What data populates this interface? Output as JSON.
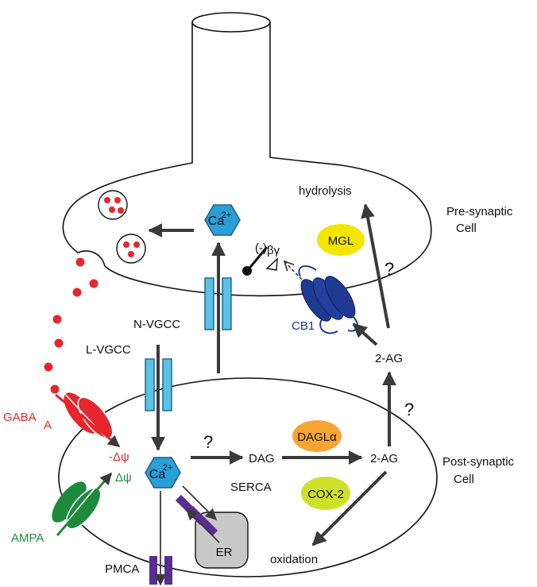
{
  "labels": {
    "hydrolysis": "hydrolysis",
    "pre_synaptic_line1": "Pre-synaptic",
    "pre_synaptic_line2": "Cell",
    "post_synaptic_line1": "Post-synaptic",
    "post_synaptic_line2": "Cell",
    "mgl": "MGL",
    "beta_gamma": "βγ",
    "inhibition": "(-)",
    "cb1": "CB1",
    "n_vgcc": "N-VGCC",
    "l_vgcc": "L-VGCC",
    "two_ag_upper": "2-AG",
    "two_ag_lower": "2-AG",
    "gaba_main": "GABA",
    "gaba_sub": "A",
    "minus_delta_psi": "-Δψ",
    "delta_psi": "Δψ",
    "ampa": "AMPA",
    "dag": "DAG",
    "dagl": "DAGLα",
    "cox2": "COX-2",
    "serca": "SERCA",
    "er": "ER",
    "oxidation": "oxidation",
    "pmca": "PMCA",
    "ca_pre": "Ca",
    "ca_pre_charge": "2+",
    "ca_post": "Ca",
    "ca_post_charge": "2+",
    "q1": "?",
    "q2": "?",
    "q3": "?"
  },
  "colors": {
    "outline": "#111111",
    "arrow": "#3a3a3a",
    "vgcc": "#5bc2e7",
    "ca_ion": "#2a9fd6",
    "cb1": "#1f3a93",
    "gaba": "#e5262d",
    "ampa": "#1e8a3c",
    "mgl": "#f2e500",
    "dagl": "#f7a433",
    "cox2": "#cfe02a",
    "serca": "#5a2d91",
    "er": "#c8c8c8",
    "vesicle_dot": "#e5262d"
  }
}
